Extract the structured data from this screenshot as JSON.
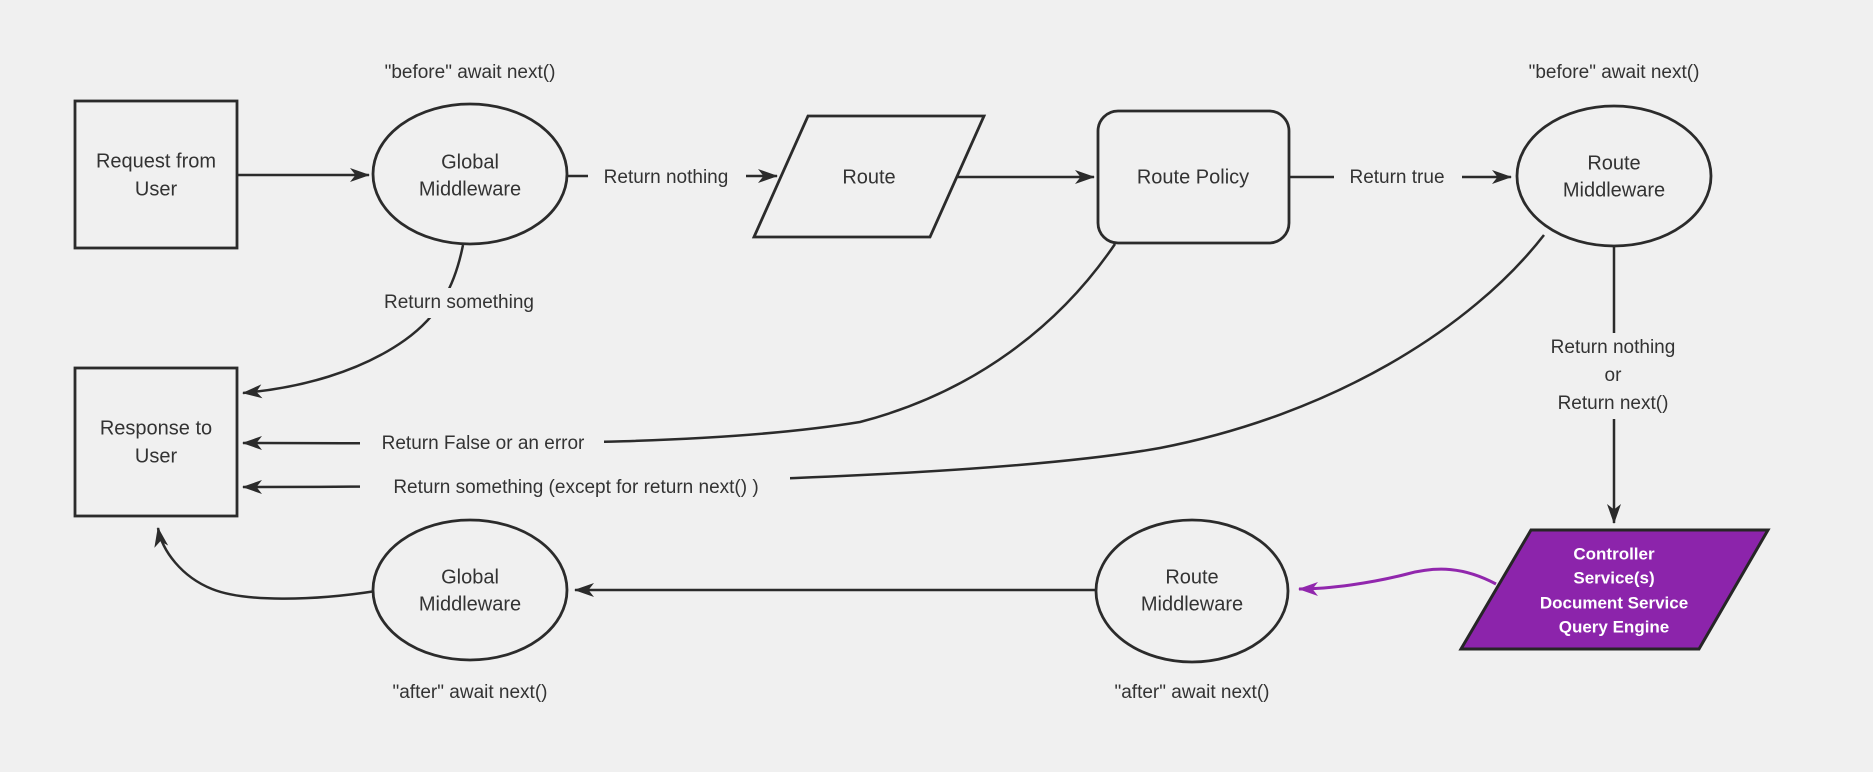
{
  "colors": {
    "background": "#f0f0f0",
    "line": "#2b2b2b",
    "text": "#333333",
    "controller_fill": "#8c24ab",
    "controller_text": "#ffffff",
    "purple_arrow": "#9127ad"
  },
  "nodes": {
    "request": {
      "lines": [
        "Request from",
        "User"
      ]
    },
    "global_middleware_top": {
      "lines": [
        "Global",
        "Middleware"
      ]
    },
    "route": {
      "label": "Route"
    },
    "route_policy": {
      "label": "Route Policy"
    },
    "route_middleware_top": {
      "lines": [
        "Route",
        "Middleware"
      ]
    },
    "controller": {
      "lines": [
        "Controller",
        "Service(s)",
        "Document Service",
        "Query Engine"
      ]
    },
    "response": {
      "lines": [
        "Response to",
        "User"
      ]
    },
    "global_middleware_bottom": {
      "lines": [
        "Global",
        "Middleware"
      ]
    },
    "route_middleware_bottom": {
      "lines": [
        "Route",
        "Middleware"
      ]
    }
  },
  "edge_labels": {
    "return_nothing": "Return nothing",
    "return_true": "Return true",
    "return_something": "Return something",
    "return_false_or_error": "Return False or an error",
    "return_something_except": "Return something (except for return next() )",
    "return_nothing_or": {
      "lines": [
        "Return nothing",
        "or",
        "Return next()"
      ]
    }
  },
  "annotations": {
    "before_global": "\"before\" await next()",
    "before_route": "\"before\" await next()",
    "after_global": "\"after\" await next()",
    "after_route": "\"after\" await next()"
  }
}
